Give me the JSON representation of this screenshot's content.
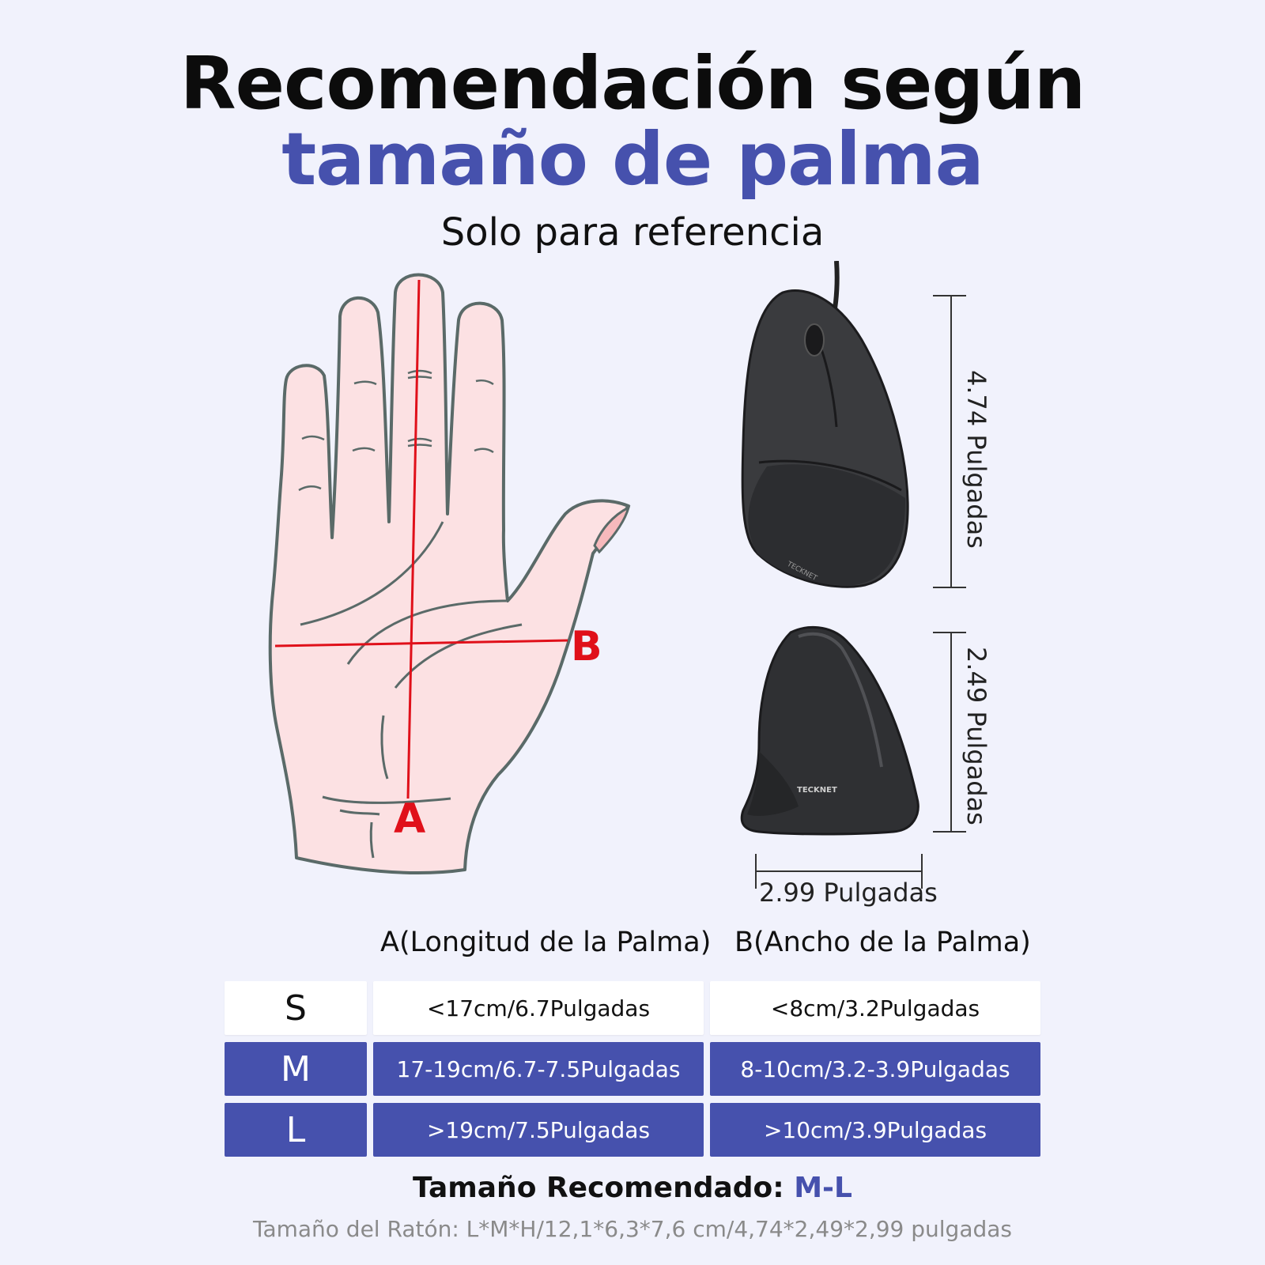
{
  "header": {
    "title_line1": "Recomendación según",
    "title_line2": "tamaño de palma",
    "subtitle": "Solo para referencia"
  },
  "hand": {
    "label_a": "A",
    "label_b": "B"
  },
  "mouse": {
    "brand": "TECKNET",
    "length": "4.74 Pulgadas",
    "width": "2.49 Pulgadas",
    "height": "2.99 Pulgadas"
  },
  "table": {
    "col_a": "A(Longitud de la Palma)",
    "col_b": "B(Ancho de la Palma)",
    "rows": [
      {
        "size": "S",
        "a": "<17cm/6.7Pulgadas",
        "b": "<8cm/3.2Pulgadas"
      },
      {
        "size": "M",
        "a": "17-19cm/6.7-7.5Pulgadas",
        "b": "8-10cm/3.2-3.9Pulgadas"
      },
      {
        "size": "L",
        "a": ">19cm/7.5Pulgadas",
        "b": ">10cm/3.9Pulgadas"
      }
    ]
  },
  "footer": {
    "rec_label": "Tamaño Recomendado: ",
    "rec_value": "M-L",
    "note": "Tamaño del Ratón: L*M*H/12,1*6,3*7,6 cm/4,74*2,49*2,99 pulgadas"
  },
  "colors": {
    "accent": "#4651ad",
    "background": "#f1f2fc",
    "measure_line": "#e0101a",
    "skin": "#fce1e3"
  }
}
